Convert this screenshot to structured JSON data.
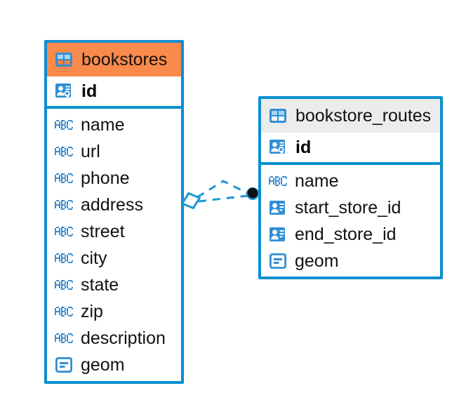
{
  "diagram": {
    "kind": "entity-relationship-diagram",
    "background_color": "#ffffff",
    "accent_color": "#0a8fd0",
    "selected_header_color": "#fa8a4b",
    "unselected_header_color": "#ececec"
  },
  "entities": [
    {
      "name": "bookstores",
      "state": "selected",
      "table_icon": "table-icon",
      "primary_key": {
        "label": "id",
        "icon": "primary-key-icon"
      },
      "fields": [
        {
          "label": "name",
          "icon": "abc-text-icon"
        },
        {
          "label": "url",
          "icon": "abc-text-icon"
        },
        {
          "label": "phone",
          "icon": "abc-text-icon"
        },
        {
          "label": "address",
          "icon": "abc-text-icon"
        },
        {
          "label": "street",
          "icon": "abc-text-icon"
        },
        {
          "label": "city",
          "icon": "abc-text-icon"
        },
        {
          "label": "state",
          "icon": "abc-text-icon"
        },
        {
          "label": "zip",
          "icon": "abc-text-icon"
        },
        {
          "label": "description",
          "icon": "abc-text-icon"
        },
        {
          "label": "geom",
          "icon": "geometry-icon"
        }
      ]
    },
    {
      "name": "bookstore_routes",
      "state": "unselected",
      "table_icon": "table-icon",
      "primary_key": {
        "label": "id",
        "icon": "primary-key-icon"
      },
      "fields": [
        {
          "label": "name",
          "icon": "abc-text-icon"
        },
        {
          "label": "start_store_id",
          "icon": "foreign-key-icon"
        },
        {
          "label": "end_store_id",
          "icon": "foreign-key-icon"
        },
        {
          "label": "geom",
          "icon": "geometry-icon"
        }
      ]
    }
  ],
  "relationships": [
    {
      "from_entity": "bookstores",
      "to_entity": "bookstore_routes",
      "from_marker": "diamond",
      "to_marker": "filled-circle",
      "line_style": "dashed"
    },
    {
      "from_entity": "bookstores",
      "to_entity": "bookstore_routes",
      "from_marker": "diamond",
      "to_marker": "filled-circle",
      "line_style": "dashed"
    }
  ]
}
